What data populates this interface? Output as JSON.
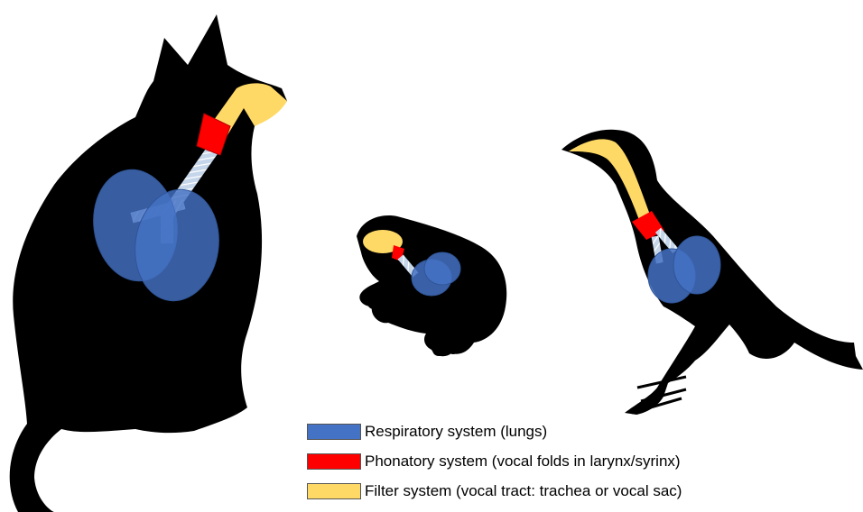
{
  "colors": {
    "silhouette": "#000000",
    "respiratory": "#4472c4",
    "phonatory": "#ff0000",
    "filter": "#ffd966",
    "trachea_stripe": "#c5d5ea"
  },
  "animals": [
    "cat-silhouette",
    "frog-silhouette",
    "bird-silhouette"
  ],
  "legend": [
    {
      "key": "respiratory",
      "label": "Respiratory system (lungs)",
      "color": "#4472c4"
    },
    {
      "key": "phonatory",
      "label": "Phonatory system (vocal folds in larynx/syrinx)",
      "color": "#ff0000"
    },
    {
      "key": "filter",
      "label": "Filter system (vocal tract: trachea or vocal sac)",
      "color": "#ffd966"
    }
  ]
}
